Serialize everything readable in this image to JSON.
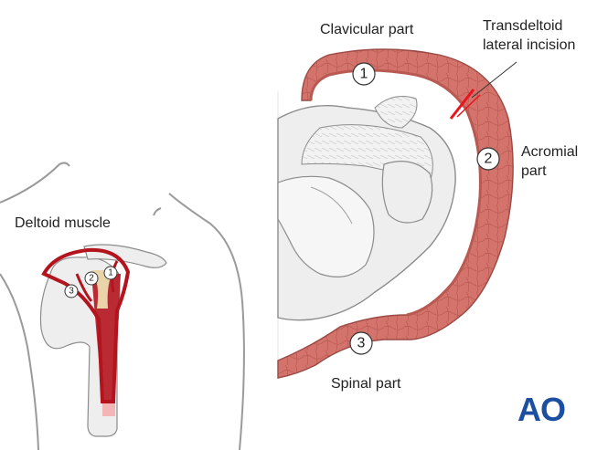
{
  "labels": {
    "deltoid_muscle": "Deltoid muscle",
    "clavicular_part": "Clavicular part",
    "transdeltoid_line1": "Transdeltoid",
    "transdeltoid_line2": "lateral incision",
    "acromial_line1": "Acromial",
    "acromial_line2": "part",
    "spinal_part": "Spinal part"
  },
  "markers": {
    "one": "1",
    "two": "2",
    "three": "3"
  },
  "logo": "AO",
  "colors": {
    "muscle": "#d4736b",
    "muscle_dark": "#b85a52",
    "muscle_outline": "#9a4a44",
    "incision": "#e8141e",
    "bone": "#eeeeee",
    "bone_outline": "#8c8c8c",
    "tendon": "#f4f4f4",
    "body_outline": "#9a9a9a",
    "small_muscle": "#b3141e",
    "logo": "#1d4fa0"
  }
}
